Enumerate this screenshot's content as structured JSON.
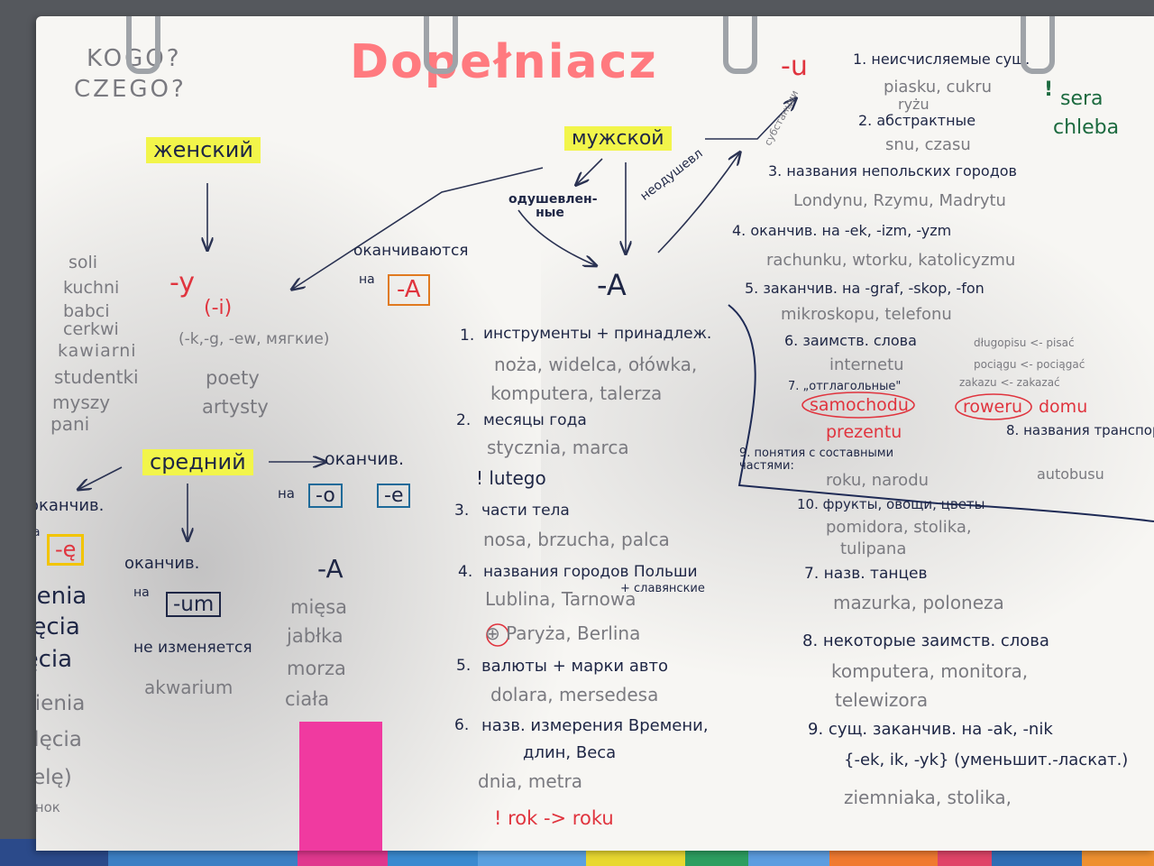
{
  "header": {
    "title": "Dopełniacz",
    "question_1": "KOGO?",
    "question_2": "CZEGO?"
  },
  "feminine": {
    "label": "женский",
    "ending": "-y",
    "ending_alt": "(-i)",
    "ending_note": "(-k,-g, -ew, мягкие)",
    "ending_a_label": "оканчиваются",
    "ending_a_prefix": "на",
    "ending_a_box": "-A",
    "examples_left": [
      "soli",
      "kuchni",
      "babci",
      "cerkwi",
      "kawiarni",
      "studentki",
      "myszy",
      "pani"
    ],
    "examples_right": [
      "poety",
      "artysty"
    ]
  },
  "neuter": {
    "label": "средний",
    "ending_label": "оканчив.",
    "ending_prefix": "на",
    "ending_o": "-o",
    "ending_e": "-e",
    "ending_result": "-A",
    "examples_a": [
      "mięsa",
      "jabłka",
      "morza",
      "ciała"
    ],
    "sub_e_label": "оканчив.",
    "sub_e_prefix": "на",
    "sub_e_box": "-ę",
    "sub_e_endings": [
      "-ienia",
      "-ęcia",
      "-ięcia"
    ],
    "sub_e_examples": [
      "imienia",
      "cielęcia",
      "(cielę)",
      "теленок"
    ],
    "sub_um_label": "оканчив.",
    "sub_um_prefix": "на",
    "sub_um_box": "-um",
    "sub_um_note": "не изменяется",
    "sub_um_example": "akwarium"
  },
  "masculine": {
    "label": "мужской",
    "animate": "одушевлен-ные",
    "inanimate": "неодушевл",
    "result_a": "-A",
    "list_a": [
      {
        "n": "1.",
        "title": "инструменты + принадлеж.",
        "examples": "noża, widelca, ołówka,",
        "examples2": "komputera, talerza"
      },
      {
        "n": "2.",
        "title": "месяцы года",
        "examples": "stycznia, marca",
        "examples2": "! lutego"
      },
      {
        "n": "3.",
        "title": "части тела",
        "examples": "nosa, brzucha, palca",
        "examples2": ""
      },
      {
        "n": "4.",
        "title": "названия городов Польши",
        "note": "+ славянские",
        "examples": "Lublina, Tarnowa",
        "examples2": "⊕ Paryża, Berlina"
      },
      {
        "n": "5.",
        "title": "валюты + марки авто",
        "examples": "dolara, mersedesa",
        "examples2": ""
      },
      {
        "n": "6.",
        "title": "назв. измерения Времени,",
        "note": "длин, Веса",
        "examples": "dnia, metra",
        "examples2": "! rok -> roku"
      }
    ],
    "result_u": "-u",
    "substantive": "субстанции",
    "list_u": [
      {
        "n": "1.",
        "title": "неисчисляемые сущ.",
        "examples": "piasku, cukru",
        "examples2": "ryżu"
      },
      {
        "n": "2.",
        "title": "абстрактные",
        "examples": "snu, czasu"
      },
      {
        "n": "3.",
        "title": "названия непольских городов",
        "examples": "Londynu, Rzymu, Madrytu"
      },
      {
        "n": "4.",
        "title": "оканчив. на -ek, -izm, -yzm",
        "examples": "rachunku, wtorku, katolicyzmu"
      },
      {
        "n": "5.",
        "title": "заканчив. на -graf, -skop, -fon",
        "examples": "mikroskopu, telefonu"
      },
      {
        "n": "6.",
        "title": "заимств. слова",
        "examples": "internetu",
        "side": "długopisu <- pisać"
      },
      {
        "n": "7.",
        "title": "„отглагольные\"",
        "side": "pociągu <- pociągać",
        "side2": "zakazu <- zakazać"
      },
      {
        "n": "8.",
        "title": "названия транспорта",
        "examples": "autobusu"
      },
      {
        "n": "9.",
        "title": "понятия с составными частями:",
        "examples": "roku, narodu"
      },
      {
        "n": "10.",
        "title": "фрукты, овощи, цветы",
        "examples": "pomidora, stolika,",
        "examples2": "tulipana"
      },
      {
        "n": "7.",
        "title": "назв. танцев",
        "examples": "mazurka, poloneza"
      },
      {
        "n": "8.",
        "title": "некоторые заимств. слова",
        "examples": "komputera, monitora,",
        "examples2": "telewizora"
      },
      {
        "n": "9.",
        "title": "сущ. заканчив. на -ak, -nik",
        "examples": "{-ek, ik, -yk} (уменьшит.-ласкат.)",
        "examples2": "ziemniaka, stolika,"
      }
    ],
    "exception_mark": "!",
    "exceptions": [
      "sera",
      "chleba"
    ],
    "circled": [
      "samochodu",
      "roweru",
      "domu"
    ],
    "circled_extra": "prezentu"
  },
  "colors": {
    "ink": "#1e2645",
    "grey_ink": "#7a7a80",
    "red_ink": "#e0343e",
    "title_pink": "#ff7a7f",
    "highlight": "#f2f54a",
    "paper": "#f7f6f3"
  }
}
